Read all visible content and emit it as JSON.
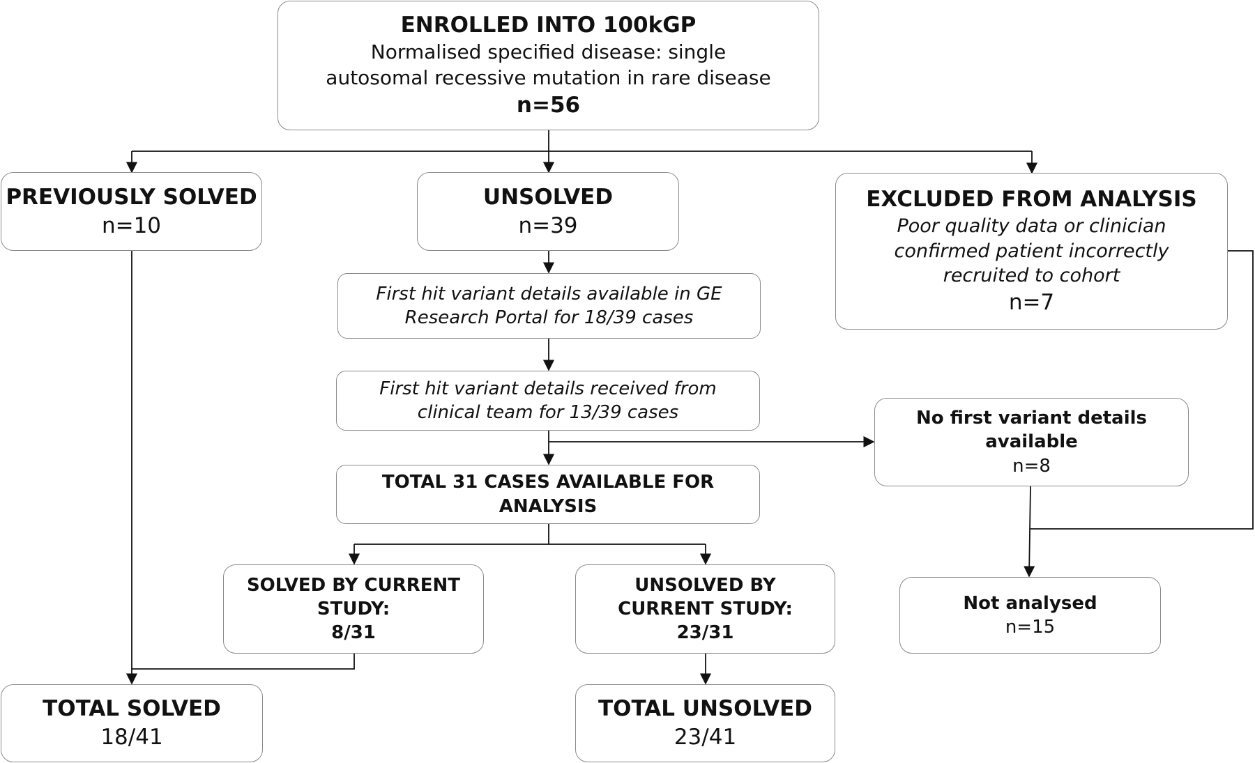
{
  "boxes": {
    "enrolled": {
      "title": "ENROLLED INTO 100kGP",
      "line1": "Normalised specified disease: single",
      "line2": "autosomal recessive mutation in rare disease",
      "count": "n=56"
    },
    "previously_solved": {
      "title": "PREVIOUSLY SOLVED",
      "count": "n=10"
    },
    "unsolved": {
      "title": "UNSOLVED",
      "count": "n=39"
    },
    "excluded": {
      "title": "EXCLUDED FROM ANALYSIS",
      "line1": "Poor quality data or clinician",
      "line2": "confirmed patient incorrectly",
      "line3": "recruited to cohort",
      "count": "n=7"
    },
    "ge_portal": {
      "line1": "First hit variant details available in GE",
      "line2": "Research Portal for 18/39 cases"
    },
    "clinical_team": {
      "line1": "First hit variant details received from",
      "line2": "clinical team for 13/39 cases"
    },
    "total_available": {
      "line1": "TOTAL 31 CASES AVAILABLE FOR",
      "line2": "ANALYSIS"
    },
    "no_first_variant": {
      "line1": "No first variant details",
      "line2": "available",
      "count": "n=8"
    },
    "solved_current": {
      "line1": "SOLVED BY CURRENT",
      "line2": "STUDY:",
      "count": "8/31"
    },
    "unsolved_current": {
      "line1": "UNSOLVED BY",
      "line2": "CURRENT STUDY:",
      "count": "23/31"
    },
    "not_analysed": {
      "title": "Not analysed",
      "count": "n=15"
    },
    "total_solved": {
      "title": "TOTAL SOLVED",
      "count": "18/41"
    },
    "total_unsolved": {
      "title": "TOTAL UNSOLVED",
      "count": "23/41"
    }
  },
  "colors": {
    "border": "#8a8a8a",
    "connector": "#111111",
    "text": "#111111"
  }
}
